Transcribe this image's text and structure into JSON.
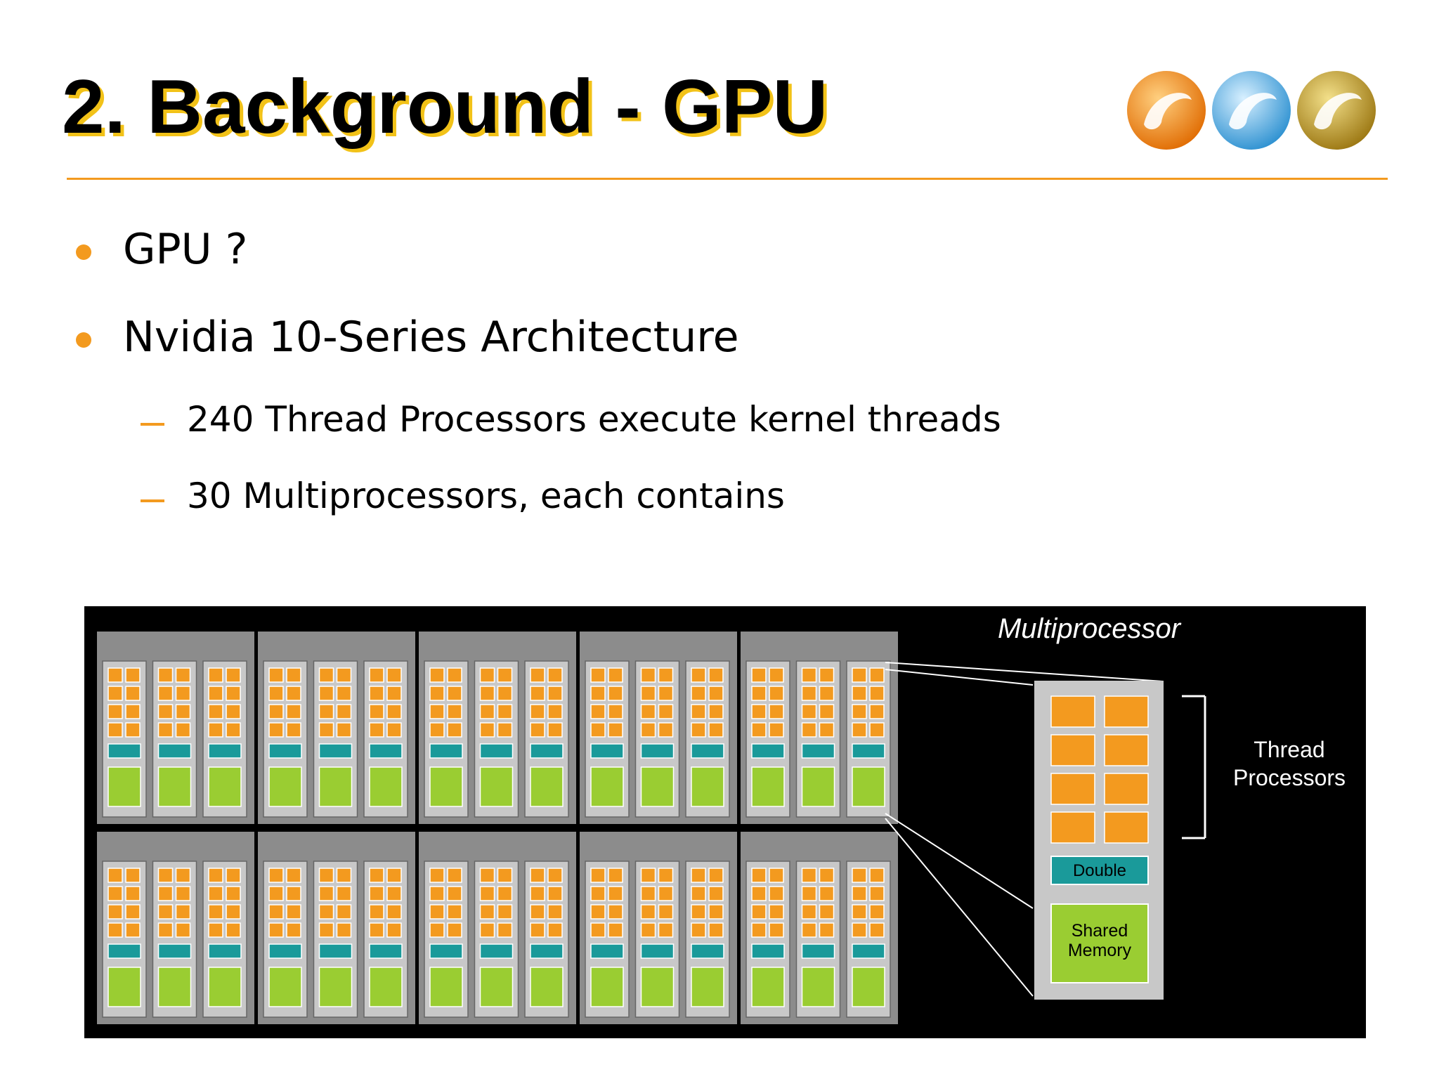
{
  "slide": {
    "title": "2. Background - GPU",
    "bullets": [
      {
        "level": 1,
        "text": "GPU ?"
      },
      {
        "level": 1,
        "text": "Nvidia 10-Series Architecture"
      },
      {
        "level": 2,
        "text": "240 Thread Processors execute kernel threads"
      },
      {
        "level": 2,
        "text": "30 Multiprocessors, each contains"
      }
    ],
    "accent_color": "#f39a1f",
    "title_shadow_color": "#f2c218",
    "logo_icon": "three-rings-logo-icon"
  },
  "diagram": {
    "multiprocessor_title": "Multiprocessor",
    "thread_processors_label_line1": "Thread",
    "thread_processors_label_line2": "Processors",
    "double_label": "Double",
    "shared_memory_line1": "Shared",
    "shared_memory_line2": "Memory",
    "grid_rows": 2,
    "clusters_per_row": 5,
    "multiprocessors_per_cluster": 3,
    "colors": {
      "background": "#000000",
      "cluster": "#8c8c8c",
      "multiprocessor": "#c8c8c8",
      "thread_processor": "#f39a1f",
      "double_unit": "#1a9a9a",
      "shared_memory": "#9acd32"
    }
  }
}
